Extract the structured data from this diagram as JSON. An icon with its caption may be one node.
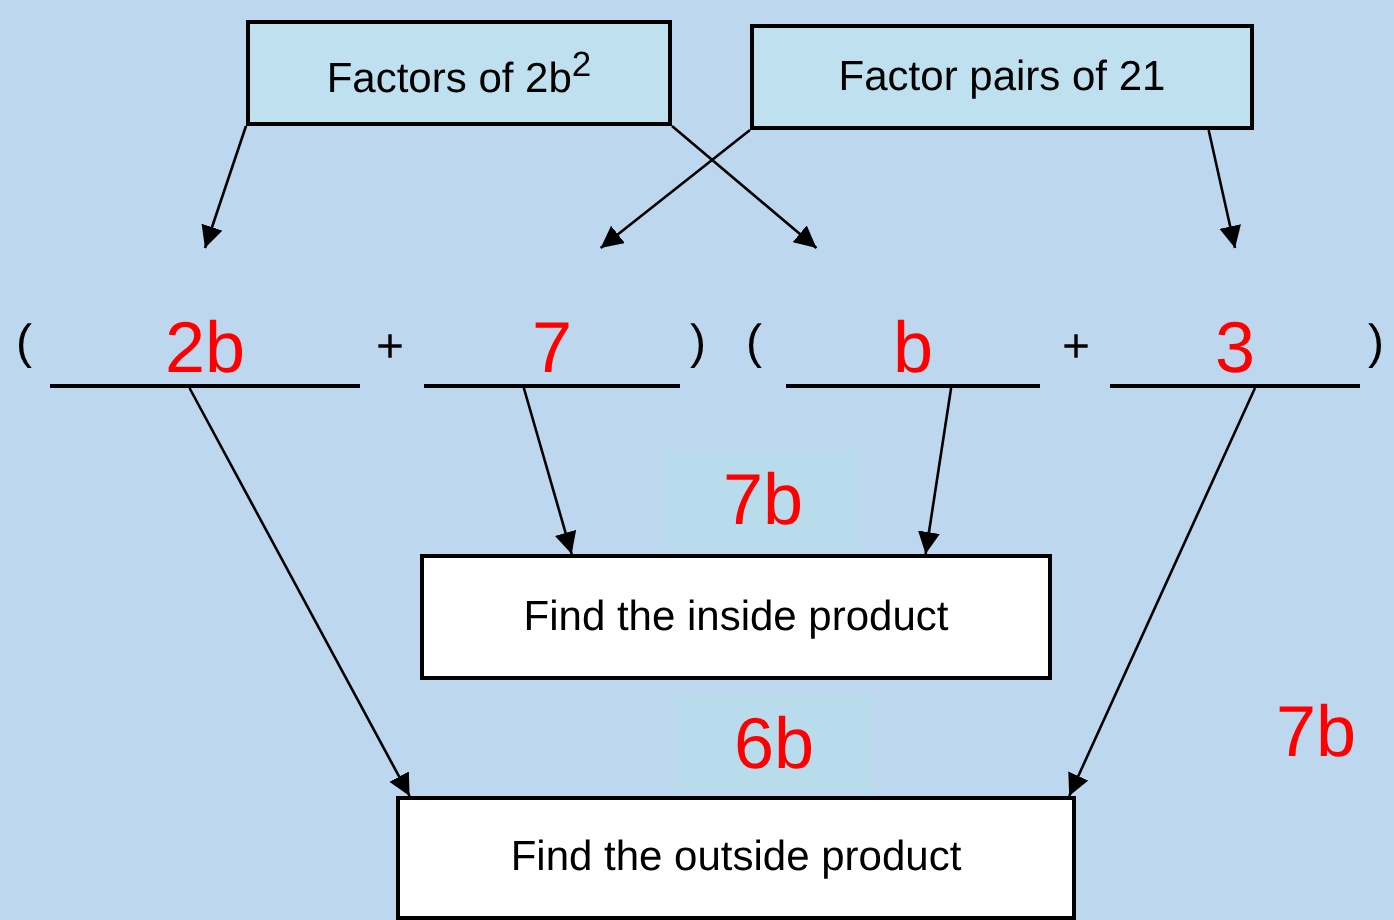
{
  "diagram": {
    "nodes": [
      {
        "text": [
          "Factors of 2b$^{2}$"
        ]
      },
      {
        "text": [
          "Factor pairs of 21"
        ]
      },
      {
        "text": [
          "2b"
        ]
      },
      {
        "text": [
          "7"
        ]
      },
      {
        "text": [
          "b"
        ]
      },
      {
        "text": [
          "3"
        ]
      },
      {
        "text": [
          "7b"
        ]
      },
      {
        "text": [
          "Find the inside product"
        ]
      },
      {
        "text": [
          "6b"
        ]
      },
      {
        "text": [
          "Find the outside product"
        ]
      }
    ],
    "edges": [
      {
        "from": 0,
        "to": 2,
        "arrow": "to"
      },
      {
        "from": 0,
        "to": 4,
        "arrow": "to"
      },
      {
        "from": 1,
        "to": 3,
        "arrow": "to"
      },
      {
        "from": 1,
        "to": 5,
        "arrow": "to"
      },
      {
        "from": 3,
        "to": 7,
        "arrow": "to"
      },
      {
        "from": 4,
        "to": 7,
        "arrow": "to"
      },
      {
        "from": 2,
        "to": 9,
        "arrow": "to"
      },
      {
        "from": 5,
        "to": 9,
        "arrow": "to"
      }
    ],
    "labels": [
      "(",
      "+",
      ")",
      "(",
      "+",
      ")",
      "7b"
    ]
  }
}
